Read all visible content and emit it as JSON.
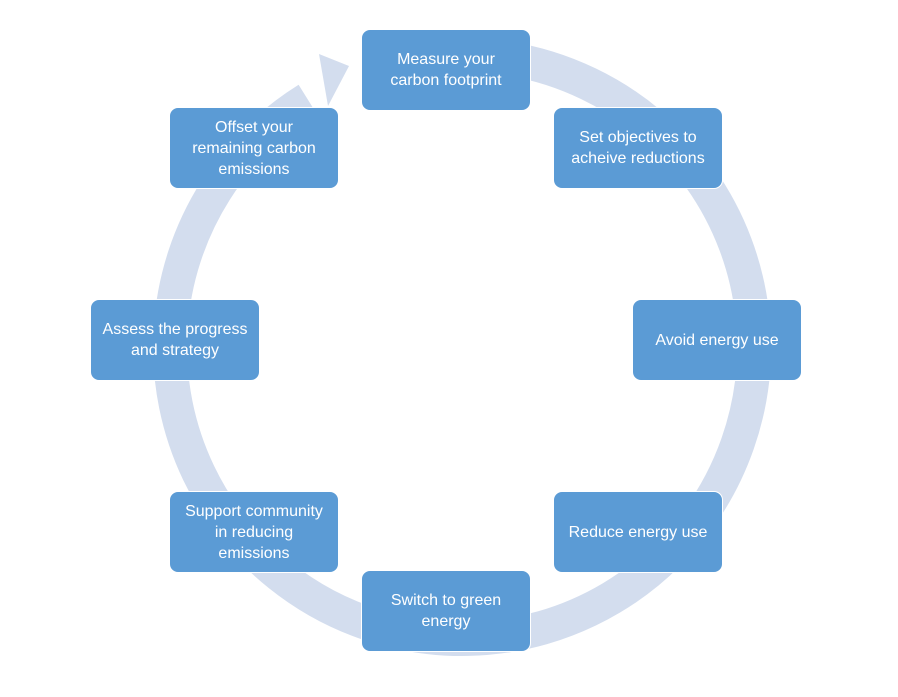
{
  "diagram": {
    "colors": {
      "box_fill": "#5b9bd5",
      "box_text": "#ffffff",
      "ring": "#d3ddee",
      "background": "#ffffff"
    },
    "steps": [
      {
        "label": "Measure your\ncarbon footprint"
      },
      {
        "label": "Set objectives to\nacheive reductions"
      },
      {
        "label": "Avoid energy use"
      },
      {
        "label": "Reduce energy use"
      },
      {
        "label": "Switch to green\nenergy"
      },
      {
        "label": "Support community\nin reducing\nemissions"
      },
      {
        "label": "Assess the progress\nand strategy"
      },
      {
        "label": "Offset your\nremaining carbon\nemissions"
      }
    ]
  }
}
